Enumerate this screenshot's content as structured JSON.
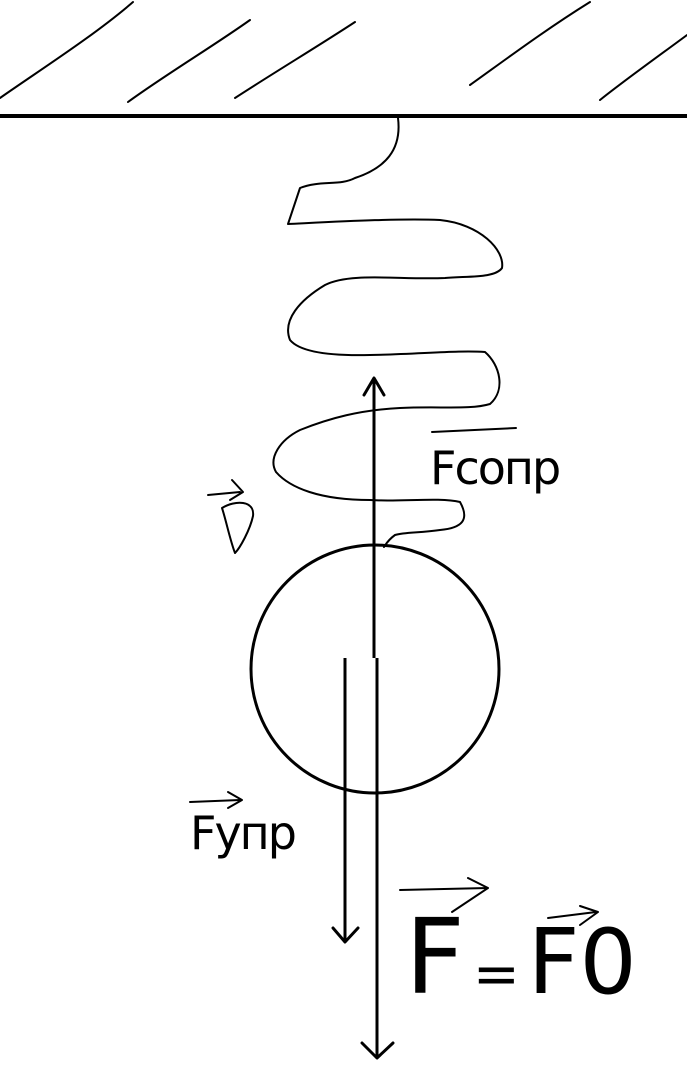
{
  "diagram": {
    "labels": {
      "elastic_force": "Fсопр",
      "lift_force": "Fупр",
      "velocity": "v",
      "equation_left": "F",
      "equation_sign": "=",
      "equation_right": "F0"
    },
    "colors": {
      "ink": "#000000",
      "background": "#ffffff"
    }
  }
}
